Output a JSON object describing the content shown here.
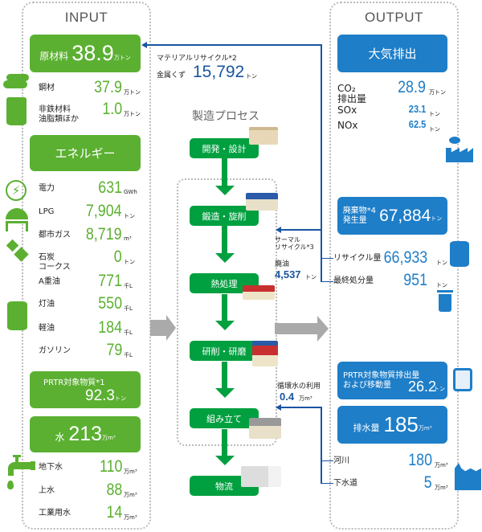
{
  "input": {
    "title": "INPUT",
    "raw": {
      "label": "原材料",
      "value": "38.9",
      "unit": "万トン"
    },
    "raw_items": [
      {
        "label": "鋼材",
        "value": "37.9",
        "unit": "万トン"
      },
      {
        "label": "非鉄材料\n油脂類ほか",
        "value": "1.0",
        "unit": "万トン"
      }
    ],
    "energy": {
      "label": "エネルギー"
    },
    "energy_items": [
      {
        "label": "電力",
        "value": "631",
        "unit": "GWh"
      },
      {
        "label": "LPG",
        "value": "7,904",
        "unit": "トン"
      },
      {
        "label": "都市ガス",
        "value": "8,719",
        "unit": "m³"
      },
      {
        "label": "石炭\nコークス",
        "value": "0",
        "unit": "トン"
      },
      {
        "label": "A重油",
        "value": "771",
        "unit": "千L"
      },
      {
        "label": "灯油",
        "value": "550",
        "unit": "千L"
      },
      {
        "label": "軽油",
        "value": "184",
        "unit": "千L"
      },
      {
        "label": "ガソリン",
        "value": "79",
        "unit": "千L"
      }
    ],
    "prtr": {
      "label": "PRTR対象物質*1",
      "value": "92.3",
      "unit": "トン"
    },
    "water": {
      "label": "水",
      "value": "213",
      "unit": "万m³"
    },
    "water_items": [
      {
        "label": "地下水",
        "value": "110",
        "unit": "万m³"
      },
      {
        "label": "上水",
        "value": "88",
        "unit": "万m³"
      },
      {
        "label": "工業用水",
        "value": "14",
        "unit": "万m³"
      }
    ]
  },
  "process": {
    "title": "製造プロセス",
    "steps": [
      "開発・設計",
      "鍛造・旋削",
      "熱処理",
      "研削・研磨",
      "組み立て",
      "物流"
    ]
  },
  "recycle": {
    "material_label": "マテリアルリサイクル*2",
    "metal_label": "金属くず",
    "metal_value": "15,792",
    "metal_unit": "トン",
    "thermal_label": "サーマル\nリサイクル*3",
    "oil_label": "廃油",
    "oil_value": "4,537",
    "oil_unit": "トン",
    "water_label": "循環水の利用",
    "water_value": "0.4",
    "water_unit": "万m³"
  },
  "output": {
    "title": "OUTPUT",
    "air": {
      "label": "大気排出"
    },
    "air_items": [
      {
        "label": "CO₂\n排出量",
        "value": "28.9",
        "unit": "万トン"
      },
      {
        "label": "SOx",
        "value": "23.1",
        "unit": "トン"
      },
      {
        "label": "NOx",
        "value": "62.5",
        "unit": "トン"
      }
    ],
    "waste": {
      "label": "廃棄物*4\n発生量",
      "value": "67,884",
      "unit": "トン"
    },
    "waste_items": [
      {
        "label": "リサイクル量",
        "value": "66,933",
        "unit": "トン"
      },
      {
        "label": "最終処分量",
        "value": "951",
        "unit": "トン"
      }
    ],
    "prtr": {
      "label": "PRTR対象物質排出量\nおよび移動量",
      "value": "26.2",
      "unit": "トン"
    },
    "drain": {
      "label": "排水量",
      "value": "185",
      "unit": "万m³"
    },
    "drain_items": [
      {
        "label": "河川",
        "value": "180",
        "unit": "万m³"
      },
      {
        "label": "下水道",
        "value": "5",
        "unit": "万m³"
      }
    ]
  },
  "colors": {
    "input_green": "#5bb031",
    "process_green": "#00a040",
    "output_blue": "#1e7ec8",
    "line_blue": "#1a55a3"
  }
}
